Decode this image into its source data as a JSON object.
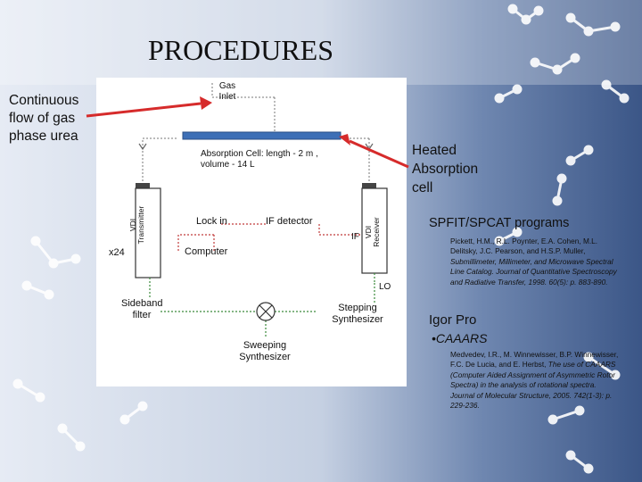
{
  "slide": {
    "title": "PROCEDURES",
    "colors": {
      "background_left": "#d9e1ee",
      "background_right": "#3d5a8a",
      "arrow": "#d62b2b",
      "cell": "#3d6fb6"
    }
  },
  "annotations": {
    "flow_line1": "Continuous",
    "flow_line2": "flow of gas",
    "flow_line3": "phase urea",
    "heated_line1": "Heated",
    "heated_line2": "Absorption",
    "heated_line3": "cell"
  },
  "software": {
    "spfit_title": "SPFIT/SPCAT programs",
    "spfit_ref_plain": "Pickett, H.M., R.L. Poynter, E.A. Cohen, M.L. Delitsky, J.C. Pearson, and H.S.P. Muller,",
    "spfit_ref_italic": "Submillimeter, Millimeter, and Microwave Spectral Line Catalog. Journal of Quantitative Spectroscopy and Radiative Transfer, 1998. 60(5): p. 883-890.",
    "igor_title": "Igor Pro",
    "caaars_bullet": "•CAAARS",
    "caaars_ref_plain": "Medvedev, I.R., M. Winnewisser, B.P. Winnewisser, F.C. De Lucia, and E. Herbst,",
    "caaars_ref_italic": "The use of CAAARS (Computer Aided Assignment of Asymmetric Rotor Spectra) in the analysis of rotational spectra. Journal of Molecular Structure, 2005. 742(1-3): p. 229-236."
  },
  "diagram": {
    "gas_inlet_line1": "Gas",
    "gas_inlet_line2": "Inlet",
    "cell_line1": "Absorption Cell: length - 2 m ,",
    "cell_line2": "volume -  14 L",
    "lock_in": "Lock in",
    "if_detector": "IF detector",
    "computer": "Computer",
    "if_label": "IF",
    "lo_label": "LO",
    "x24": "x24",
    "transmitter_line1": "VDI",
    "transmitter_line2": "Transmitter",
    "receiver_line1": "VDI",
    "receiver_line2": "Receiver",
    "sideband_line1": "Sideband",
    "sideband_line2": "filter",
    "stepping_line1": "Stepping",
    "stepping_line2": "Synthesizer",
    "sweeping_line1": "Sweeping",
    "sweeping_line2": "Synthesizer"
  }
}
